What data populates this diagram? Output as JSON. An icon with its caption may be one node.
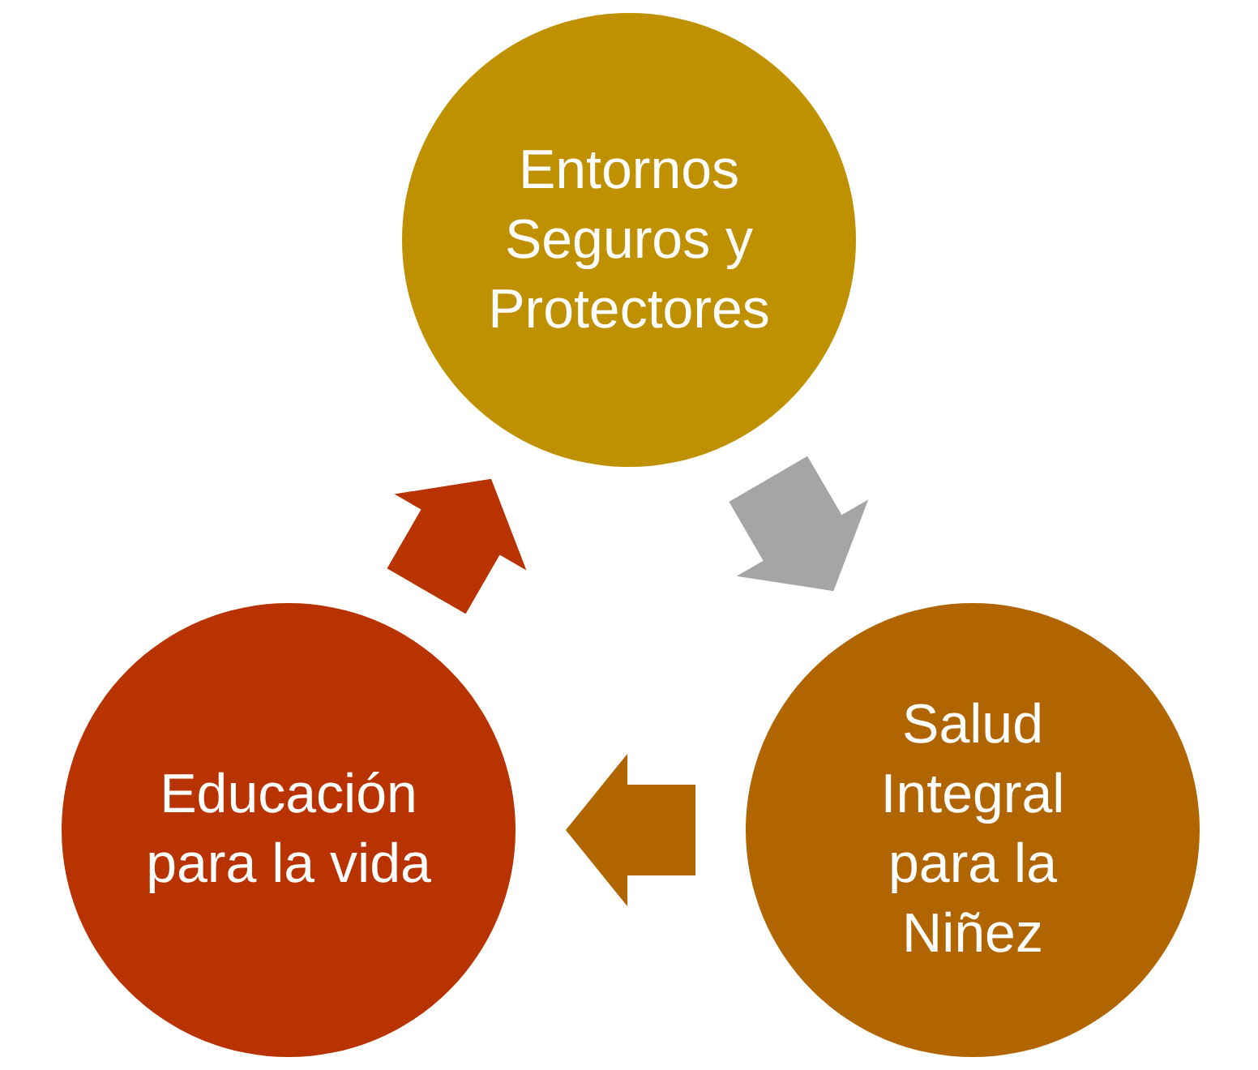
{
  "diagram": {
    "nodes": [
      {
        "text": [
          "Entornos Seguros y Protectores"
        ]
      },
      {
        "text": [
          "Salud Integral para la Niñez"
        ]
      },
      {
        "text": [
          "Educación para la vida"
        ]
      }
    ],
    "edges": [
      {
        "from": 0,
        "to": 1,
        "arrow": "to",
        "color": "#a5a5a5"
      },
      {
        "from": 1,
        "to": 2,
        "arrow": "to",
        "color": "#b06500"
      },
      {
        "from": 2,
        "to": 0,
        "arrow": "to",
        "color": "#b83300"
      }
    ]
  }
}
